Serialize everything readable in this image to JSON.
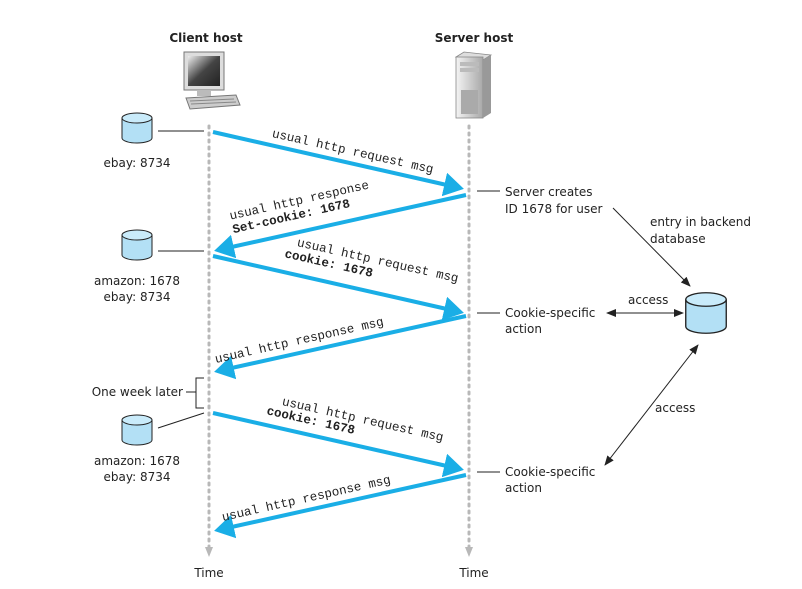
{
  "hosts": {
    "client": "Client host",
    "server": "Server host"
  },
  "time_label": "Time",
  "messages": [
    {
      "lines": [
        "usual http request msg"
      ],
      "direction": "client-to-server"
    },
    {
      "lines": [
        "usual http response",
        "Set-cookie: 1678"
      ],
      "direction": "server-to-client"
    },
    {
      "lines": [
        "usual http request msg",
        "cookie: 1678"
      ],
      "direction": "client-to-server"
    },
    {
      "lines": [
        "usual http response msg"
      ],
      "direction": "server-to-client"
    },
    {
      "lines": [
        "usual http request msg",
        "cookie: 1678"
      ],
      "direction": "client-to-server"
    },
    {
      "lines": [
        "usual http response msg"
      ],
      "direction": "server-to-client"
    }
  ],
  "client_stores": [
    {
      "lines": [
        "ebay: 8734"
      ]
    },
    {
      "lines": [
        "amazon: 1678",
        "ebay: 8734"
      ]
    },
    {
      "lines": [
        "amazon: 1678",
        "ebay: 8734"
      ]
    }
  ],
  "one_week_later": "One week later",
  "server_notes": [
    {
      "lines": [
        "Server creates",
        "ID 1678 for user"
      ]
    },
    {
      "lines": [
        "Cookie-specific",
        "action"
      ]
    },
    {
      "lines": [
        "Cookie-specific",
        "action"
      ]
    }
  ],
  "backend": {
    "entry_label": [
      "entry in backend",
      "database"
    ],
    "access_label_1": "access",
    "access_label_2": "access"
  },
  "colors": {
    "message_arrow": "#1aaee6",
    "database_fill": "#b3e0f5"
  }
}
